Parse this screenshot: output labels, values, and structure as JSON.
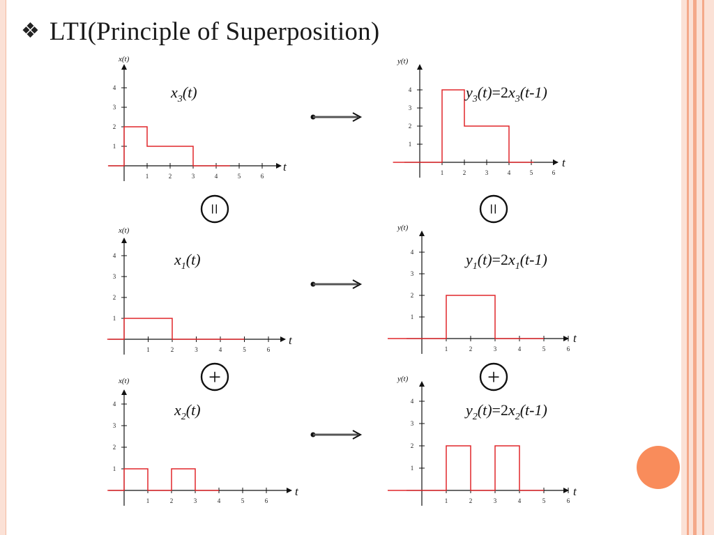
{
  "title": "LTI(Principle of Superposition)",
  "title_bullet": "❖",
  "colors": {
    "signal": "#e0262a",
    "axis": "#111111",
    "frame": "#fbe1d6",
    "frame_stripe": "#f4a98a",
    "accent_circle": "#f98c5b"
  },
  "symbols": {
    "equals": "=",
    "plus": "+"
  },
  "plots": [
    {
      "id": "x3",
      "axis_label": "x(t)",
      "t_label": "t",
      "x_ticks": [
        "1",
        "2",
        "3",
        "4",
        "5",
        "6"
      ],
      "y_ticks": [
        "1",
        "2",
        "3",
        "4"
      ],
      "fn": {
        "base": "x",
        "sub": "3",
        "arg": "(t)"
      },
      "signal": [
        [
          -0.7,
          0
        ],
        [
          0,
          0
        ],
        [
          0,
          2
        ],
        [
          1,
          2
        ],
        [
          1,
          1
        ],
        [
          3,
          1
        ],
        [
          3,
          0
        ],
        [
          4.6,
          0
        ]
      ]
    },
    {
      "id": "y3",
      "axis_label": "y(t)",
      "t_label": "t",
      "x_ticks": [
        "1",
        "2",
        "3",
        "4",
        "5",
        "6"
      ],
      "y_ticks": [
        "1",
        "2",
        "3",
        "4"
      ],
      "fn": {
        "base": "y",
        "sub": "3",
        "arg": "(t)",
        "rhs": "=2",
        "rhs_base": "x",
        "rhs_sub": "3",
        "rhs_arg": "(t-1)"
      },
      "signal": [
        [
          -1.2,
          0
        ],
        [
          1,
          0
        ],
        [
          1,
          4
        ],
        [
          2,
          4
        ],
        [
          2,
          2
        ],
        [
          4,
          2
        ],
        [
          4,
          0
        ],
        [
          5.1,
          0
        ]
      ]
    },
    {
      "id": "x1",
      "axis_label": "x(t)",
      "t_label": "t",
      "x_ticks": [
        "1",
        "2",
        "3",
        "4",
        "5",
        "6"
      ],
      "y_ticks": [
        "1",
        "2",
        "3",
        "4"
      ],
      "fn": {
        "base": "x",
        "sub": "1",
        "arg": "(t)"
      },
      "signal": [
        [
          -0.7,
          0
        ],
        [
          0,
          0
        ],
        [
          0,
          1
        ],
        [
          2,
          1
        ],
        [
          2,
          0
        ],
        [
          5,
          0
        ]
      ]
    },
    {
      "id": "y1",
      "axis_label": "y(t)",
      "t_label": "t",
      "x_ticks": [
        "1",
        "2",
        "3",
        "4",
        "5",
        "6"
      ],
      "y_ticks": [
        "1",
        "2",
        "3",
        "4"
      ],
      "fn": {
        "base": "y",
        "sub": "1",
        "arg": "(t)",
        "rhs": "=2",
        "rhs_base": "x",
        "rhs_sub": "1",
        "rhs_arg": "(t-1)"
      },
      "signal": [
        [
          -1.4,
          0
        ],
        [
          0,
          0
        ],
        [
          0,
          0
        ],
        [
          1,
          0
        ],
        [
          1,
          2
        ],
        [
          3,
          2
        ],
        [
          3,
          0
        ],
        [
          5,
          0
        ]
      ]
    },
    {
      "id": "x2",
      "axis_label": "x(t)",
      "t_label": "t",
      "x_ticks": [
        "1",
        "2",
        "3",
        "4",
        "5",
        "6"
      ],
      "y_ticks": [
        "1",
        "2",
        "3",
        "4"
      ],
      "fn": {
        "base": "x",
        "sub": "2",
        "arg": "(t)"
      },
      "signal": [
        [
          -0.7,
          0
        ],
        [
          0,
          0
        ],
        [
          0,
          1
        ],
        [
          1,
          1
        ],
        [
          1,
          0
        ],
        [
          2,
          0
        ],
        [
          2,
          1
        ],
        [
          3,
          1
        ],
        [
          3,
          0
        ],
        [
          4,
          0
        ]
      ]
    },
    {
      "id": "y2",
      "axis_label": "y(t)",
      "t_label": "t",
      "x_ticks": [
        "1",
        "2",
        "3",
        "4",
        "5",
        "6"
      ],
      "y_ticks": [
        "1",
        "2",
        "3",
        "4"
      ],
      "fn": {
        "base": "y",
        "sub": "2",
        "arg": "(t)",
        "rhs": "=2",
        "rhs_base": "x",
        "rhs_sub": "2",
        "rhs_arg": "(t-1)"
      },
      "signal": [
        [
          -1.4,
          0
        ],
        [
          1,
          0
        ],
        [
          1,
          2
        ],
        [
          2,
          2
        ],
        [
          2,
          0
        ],
        [
          3,
          0
        ],
        [
          3,
          2
        ],
        [
          4,
          2
        ],
        [
          4,
          0
        ],
        [
          5,
          0
        ]
      ]
    }
  ]
}
